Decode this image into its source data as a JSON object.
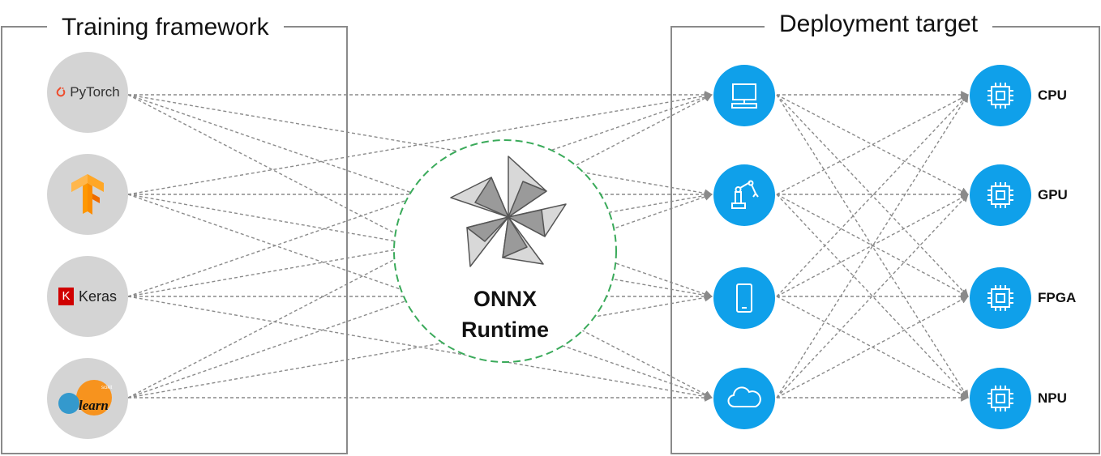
{
  "panels": {
    "left_title": "Training framework",
    "right_title": "Deployment target"
  },
  "frameworks": [
    {
      "name": "PyTorch",
      "icon": "pytorch-logo"
    },
    {
      "name": "TensorFlow",
      "icon": "tensorflow-logo"
    },
    {
      "name": "Keras",
      "icon": "keras-logo",
      "badge": "K"
    },
    {
      "name": "scikit-learn",
      "icon": "scikit-learn-logo",
      "logo_text": "learn",
      "logo_small": "scikit"
    }
  ],
  "runtime": {
    "line1": "ONNX",
    "line2": "Runtime",
    "icon": "onnx-runtime-logo"
  },
  "devices": [
    {
      "icon": "desktop-icon"
    },
    {
      "icon": "robot-arm-icon"
    },
    {
      "icon": "mobile-icon"
    },
    {
      "icon": "cloud-icon"
    }
  ],
  "targets": [
    {
      "label": "CPU",
      "icon": "chip-icon"
    },
    {
      "label": "GPU",
      "icon": "chip-icon"
    },
    {
      "label": "FPGA",
      "icon": "chip-icon"
    },
    {
      "label": "NPU",
      "icon": "chip-icon"
    }
  ],
  "colors": {
    "node_blue": "#0fa0ea",
    "framework_gray": "#d4d4d4",
    "runtime_border": "#3aaa5a",
    "connector": "#8a8a8a"
  }
}
